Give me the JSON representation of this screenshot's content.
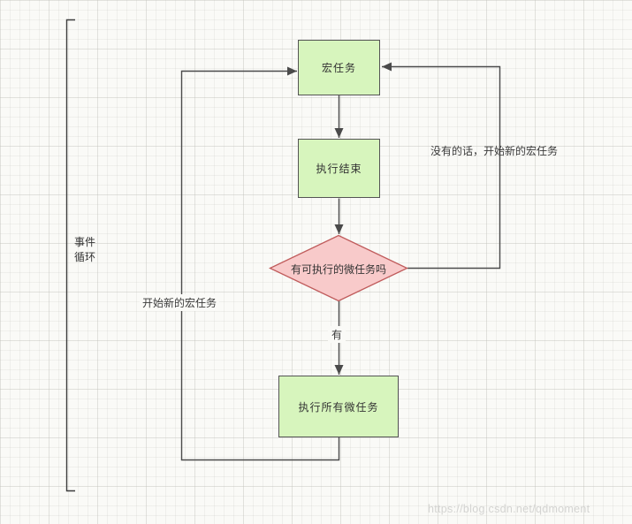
{
  "page": {
    "watermark": "https://blog.csdn.net/qdmoment"
  },
  "bracket": {
    "label_line1": "事件",
    "label_line2": "循环"
  },
  "nodes": {
    "macro_task": {
      "label": "宏任务"
    },
    "execution_end": {
      "label": "执行结束"
    },
    "microtask_check": {
      "label": "有可执行的微任务吗"
    },
    "run_all_microtasks": {
      "label": "执行所有微任务"
    }
  },
  "edge_labels": {
    "has_microtasks": "有",
    "no_microtasks": "没有的话，开始新的宏任务",
    "start_new_macro_task": "开始新的宏任务"
  },
  "colors": {
    "node_green_fill": "#d7f5bd",
    "node_green_border": "#545454",
    "diamond_pink_fill": "#f8caca",
    "diamond_pink_border": "#c05c5c",
    "connector": "#4a4a4a",
    "text": "#333333",
    "watermark": "#d4d4d2"
  }
}
